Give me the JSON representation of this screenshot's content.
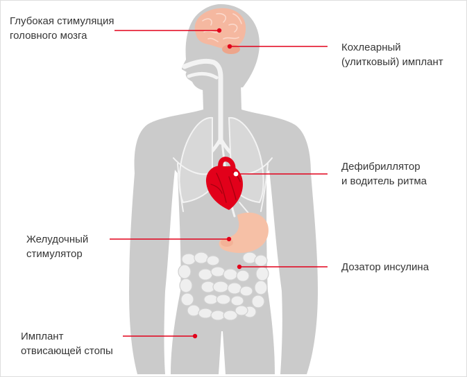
{
  "labels": {
    "deep_brain_stimulation": {
      "line1": "Глубокая стимуляция",
      "line2": "головного мозга"
    },
    "cochlear_implant": {
      "line1": "Кохлеарный",
      "line2": "(улитковый) имплант"
    },
    "defibrillator_pacemaker": {
      "line1": "Дефибриллятор",
      "line2": "и водитель ритма"
    },
    "gastric_stimulator": {
      "line1": "Желудочный",
      "line2": "стимулятор"
    },
    "insulin_pump": {
      "line1": "Дозатор инсулина"
    },
    "foot_drop_implant": {
      "line1": "Имплант",
      "line2": "отвисающей стопы"
    }
  },
  "colors": {
    "accent": "#e2001a",
    "body": "#cbcbcb",
    "brain": "#f5b8a0",
    "stomach": "#f6c0a6",
    "text": "#353535"
  }
}
